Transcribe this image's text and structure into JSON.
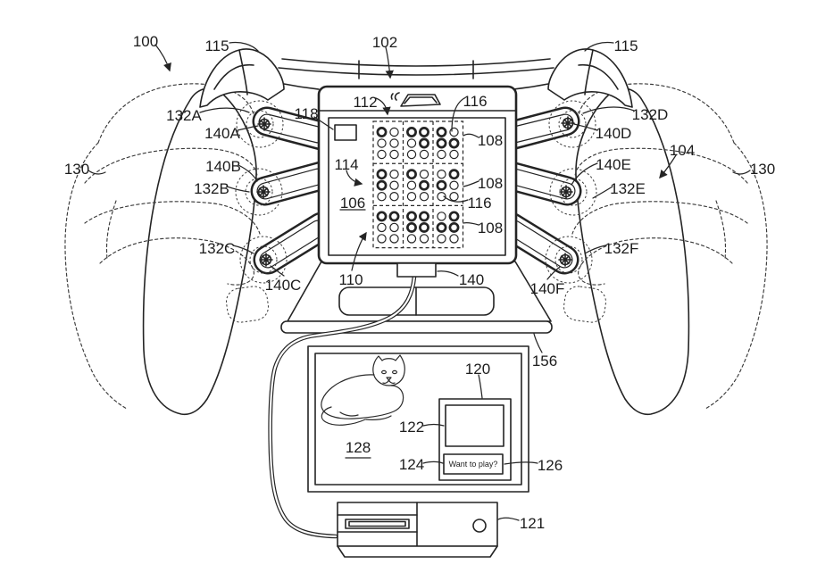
{
  "figure": {
    "type": "patent_line_drawing",
    "colors": {
      "background": "#ffffff",
      "line": "#242424"
    }
  },
  "labels": {
    "system": "100",
    "bumper_left": "115",
    "bumper_right": "115",
    "display_module": "102",
    "paddle_a": "132A",
    "paddle_b": "132B",
    "paddle_c": "132C",
    "paddle_d": "132D",
    "paddle_e": "132E",
    "paddle_f": "132F",
    "fastener_a": "140A",
    "fastener_b": "140B",
    "fastener_c": "140C",
    "fastener_d": "140D",
    "fastener_e": "140E",
    "fastener_f": "140F",
    "hand_left": "130",
    "hand_right": "130",
    "hand_back": "104",
    "indicator_box": "118",
    "cell_column": "112",
    "cell_top_right": "116",
    "cell_mid_right": "116",
    "cell_row_top": "108",
    "cell_row_mid": "108",
    "cell_row_bottom": "108",
    "display_area": "114",
    "braille_display": "106",
    "display_surface": "110",
    "connector": "140",
    "bottom_edge": "156",
    "popup_window": "120",
    "content_box": "122",
    "prompt_button": "124",
    "prompt_ref": "126",
    "screen_scene": "128",
    "console": "121"
  },
  "tv_screen": {
    "prompt_text": "Want to play?"
  },
  "braille": {
    "rows": 3,
    "cols": 3,
    "dot_numbering": "1=top-left 2=mid-left 3=bottom-left 4=top-right 5=mid-right 6=bottom-right",
    "cells": [
      {
        "row": 1,
        "col": 1,
        "raised": [
          1
        ]
      },
      {
        "row": 1,
        "col": 2,
        "raised": [
          1,
          4,
          5
        ]
      },
      {
        "row": 1,
        "col": 3,
        "raised": [
          1,
          2,
          5
        ]
      },
      {
        "row": 2,
        "col": 1,
        "raised": [
          1,
          2
        ]
      },
      {
        "row": 2,
        "col": 2,
        "raised": [
          1,
          5
        ]
      },
      {
        "row": 2,
        "col": 3,
        "raised": [
          2,
          4
        ]
      },
      {
        "row": 3,
        "col": 1,
        "raised": [
          1,
          4
        ]
      },
      {
        "row": 3,
        "col": 2,
        "raised": [
          1,
          2,
          4,
          5
        ]
      },
      {
        "row": 3,
        "col": 3,
        "raised": [
          2,
          4,
          5
        ]
      }
    ]
  }
}
